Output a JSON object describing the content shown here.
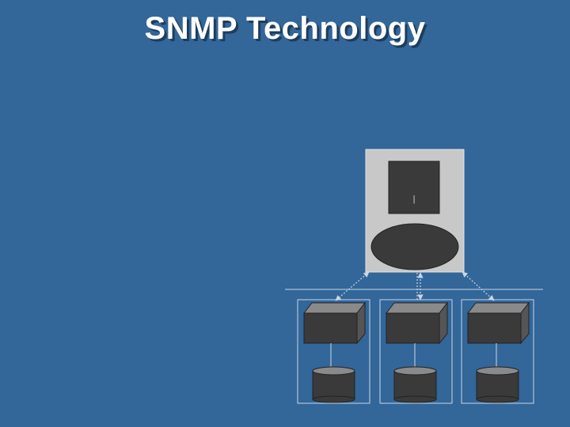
{
  "slide": {
    "title": "SNMP Technology",
    "background_color": "#336699"
  },
  "diagram": {
    "manager": {
      "panel_color": "#c8c8c8",
      "screen_color": "#3a3a3a",
      "cursor_glyph": "|"
    },
    "agents": [
      {
        "device": "managed-device-1",
        "storage": "database-1"
      },
      {
        "device": "managed-device-2",
        "storage": "database-2"
      },
      {
        "device": "managed-device-3",
        "storage": "database-3"
      }
    ],
    "link_color": "#b9c9dc"
  }
}
